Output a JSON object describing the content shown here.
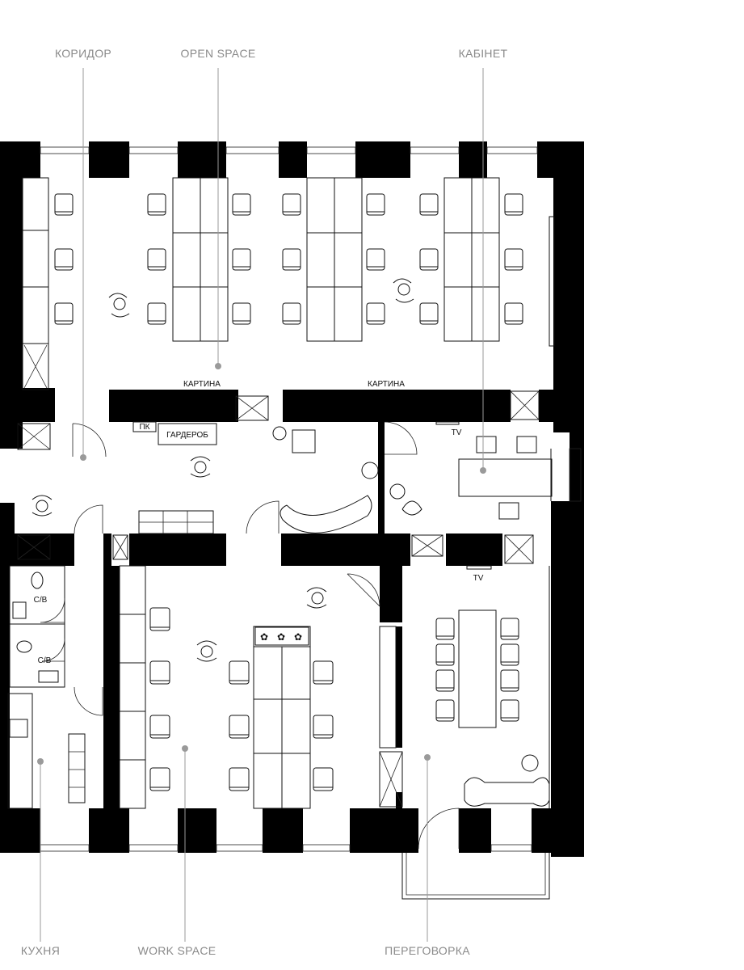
{
  "rooms": {
    "corridor": "КОРИДОР",
    "open_space": "OPEN SPACE",
    "cabinet": "КАБІНЕТ",
    "kitchen": "КУХНЯ",
    "work_space": "WORK SPACE",
    "meeting": "ПЕРЕГОВОРКА"
  },
  "labels": {
    "painting_1": "КАРТИНА",
    "painting_2": "КАРТИНА",
    "pc": "ПК",
    "wardrobe": "ГАРДЕРОБ",
    "tv_cabinet": "TV",
    "tv_meeting": "TV",
    "wc_1": "С/В",
    "wc_2": "С/В"
  }
}
